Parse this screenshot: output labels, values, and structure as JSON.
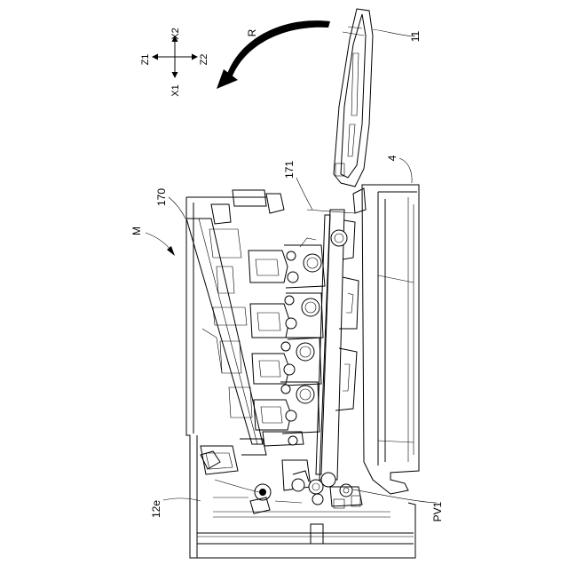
{
  "figure": {
    "labels": {
      "arrow_r": "R",
      "cover": "11",
      "top_cover": "4",
      "unit_171": "171",
      "unit_170": "170",
      "apparatus": "M",
      "ref_12e": "12e",
      "ref_pv1": "PV1"
    },
    "axes": {
      "x2": "X2",
      "x1": "X1",
      "z1": "Z1",
      "z2": "Z2"
    }
  }
}
